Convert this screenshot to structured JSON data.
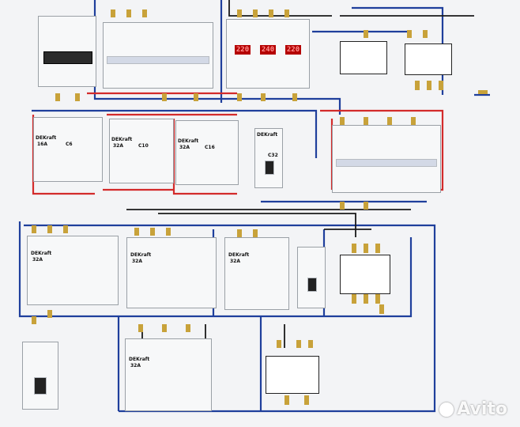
{
  "colors": {
    "phase": "#d32b2b",
    "neutral": "#1f3f9c",
    "ground": "#1a1a1a",
    "terminal": "#c8a23a",
    "display": "#b50000"
  },
  "brand": "DEKraft",
  "display_readings": [
    "220",
    "240",
    "220"
  ],
  "rcd_ratings": [
    "16A",
    "32A",
    "32A",
    "32A",
    "32A",
    "32A",
    "32A"
  ],
  "breaker_labels": [
    "C6",
    "C10",
    "C16",
    "C32"
  ],
  "watermark": "Avito"
}
